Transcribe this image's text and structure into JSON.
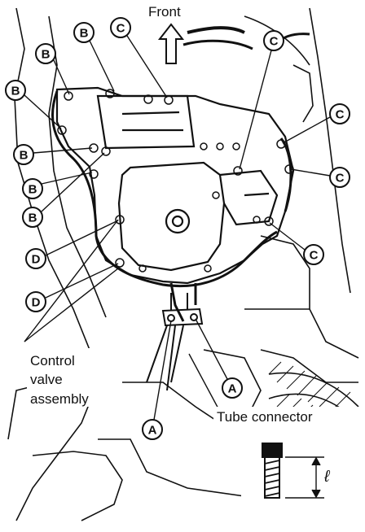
{
  "labels": {
    "front": "Front",
    "control_valve_line1": "Control",
    "control_valve_line2": "valve",
    "control_valve_line3": "assembly",
    "tube_connector": "Tube connector",
    "length_symbol": "ℓ"
  },
  "callouts": {
    "b1": "B",
    "b2": "B",
    "b3": "B",
    "b4": "B",
    "b5": "B",
    "b6": "B",
    "c1": "C",
    "c2": "C",
    "c3": "C",
    "c4": "C",
    "c5": "C",
    "d1": "D",
    "d2": "D",
    "a1": "A",
    "a2": "A"
  },
  "colors": {
    "ink": "#111111",
    "background": "#ffffff"
  }
}
